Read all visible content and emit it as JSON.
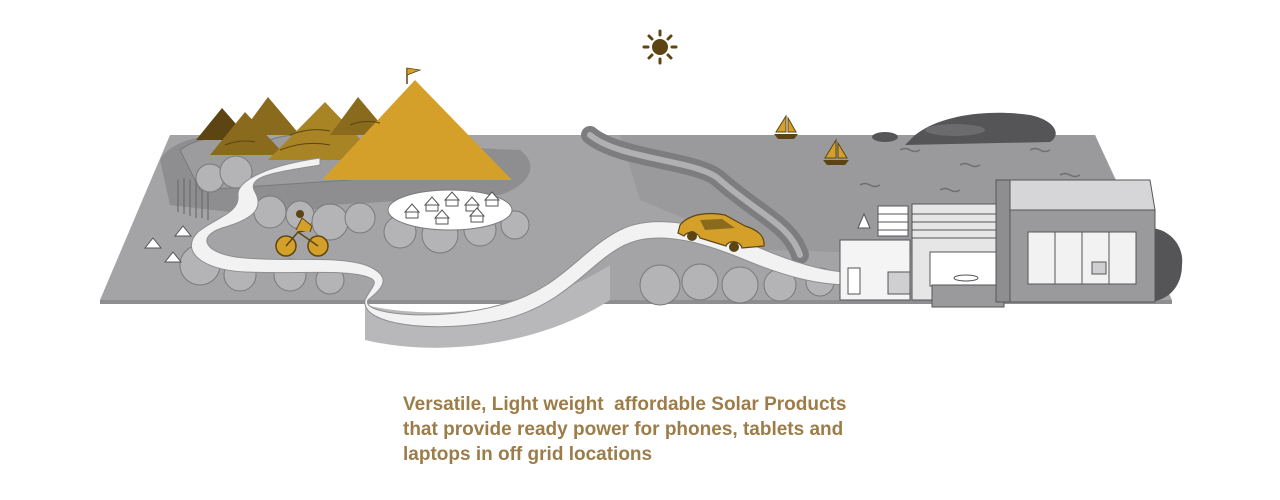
{
  "caption": {
    "lines": [
      "Versatile, Light weight  affordable Solar Products",
      "that provide ready power for phones, tablets and",
      "laptops in off grid locations"
    ],
    "color": "#9c7d4a"
  },
  "palette": {
    "gold": "#d4a02a",
    "gold_dark": "#8a6a1c",
    "brown": "#5c4512",
    "ground": "#a4a4a6",
    "ground_dark": "#8e8e90",
    "forest": "#9c9c9e",
    "road": "#f2f2f2",
    "road_side": "#b8b8ba",
    "rock": "#555557",
    "building": "#9a9a9c",
    "building_light": "#e6e6e6"
  },
  "illustration": {
    "icons": [
      "sun-icon",
      "flag-icon",
      "sailboat-icon",
      "cyclist-icon",
      "car-icon",
      "tent-icon",
      "hut-icon",
      "house-icon"
    ]
  }
}
